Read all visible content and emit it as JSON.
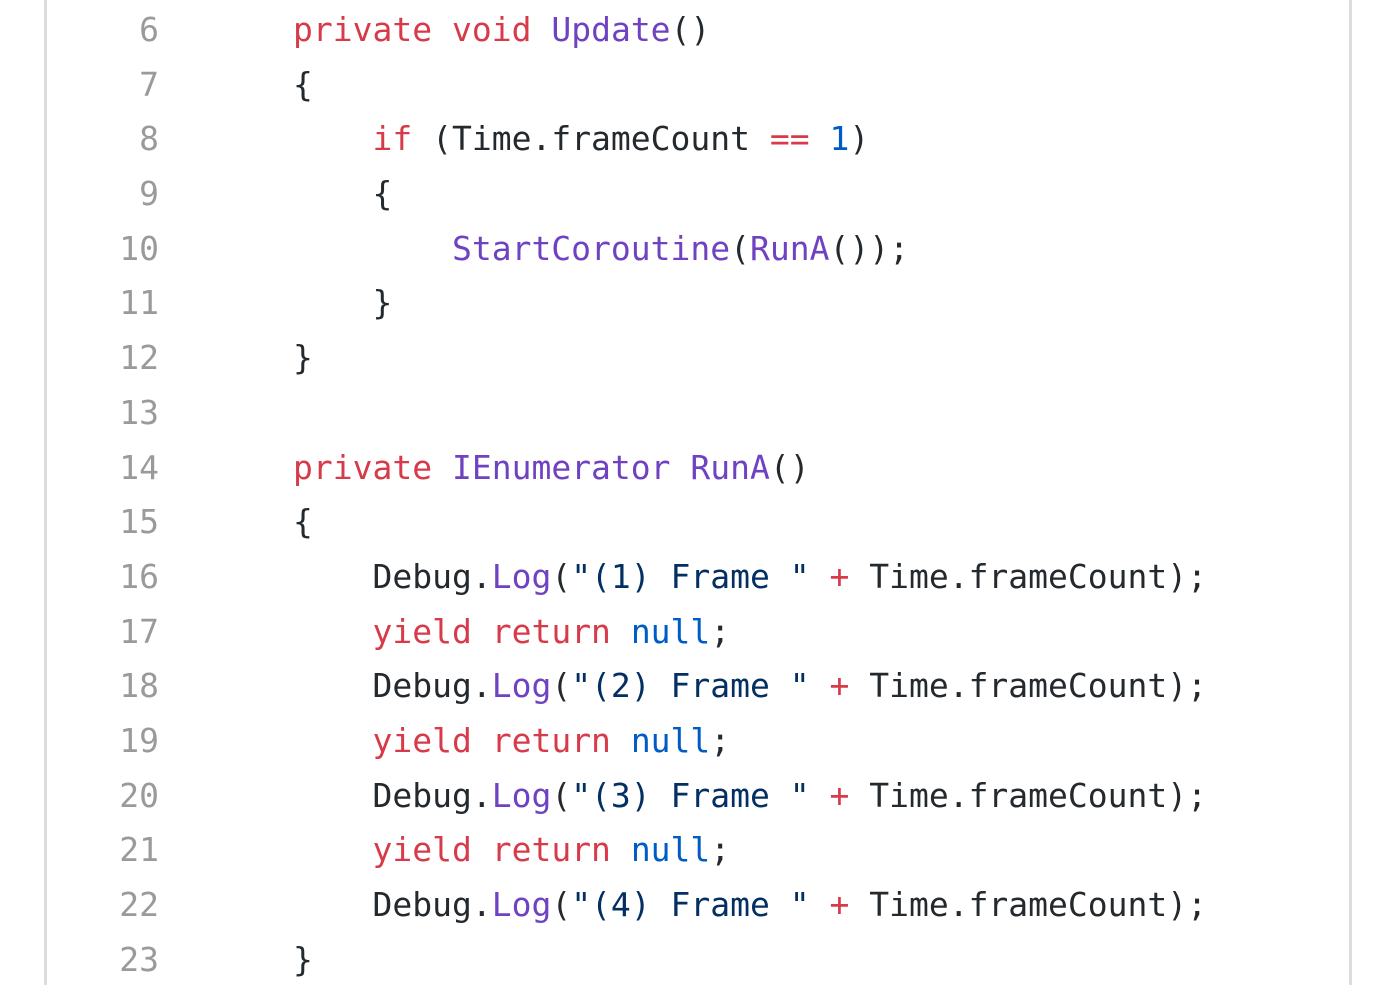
{
  "colors": {
    "keyword": "#d73a49",
    "function": "#6f42c1",
    "constant": "#005cc5",
    "string": "#032f62",
    "plain": "#24292e",
    "line_number": "#9a9a9a",
    "frame_border": "#dcdcdc"
  },
  "code_lines": [
    {
      "number": "6",
      "tokens": [
        {
          "t": "    "
        },
        {
          "t": "private",
          "c": "kw"
        },
        {
          "t": " "
        },
        {
          "t": "void",
          "c": "kw"
        },
        {
          "t": " "
        },
        {
          "t": "Update",
          "c": "fn"
        },
        {
          "t": "()"
        }
      ]
    },
    {
      "number": "7",
      "tokens": [
        {
          "t": "    {"
        }
      ]
    },
    {
      "number": "8",
      "tokens": [
        {
          "t": "        "
        },
        {
          "t": "if",
          "c": "kw"
        },
        {
          "t": " (Time.frameCount "
        },
        {
          "t": "==",
          "c": "kw"
        },
        {
          "t": " "
        },
        {
          "t": "1",
          "c": "num"
        },
        {
          "t": ")"
        }
      ]
    },
    {
      "number": "9",
      "tokens": [
        {
          "t": "        {"
        }
      ]
    },
    {
      "number": "10",
      "tokens": [
        {
          "t": "            "
        },
        {
          "t": "StartCoroutine",
          "c": "fn"
        },
        {
          "t": "("
        },
        {
          "t": "RunA",
          "c": "fn"
        },
        {
          "t": "());"
        }
      ]
    },
    {
      "number": "11",
      "tokens": [
        {
          "t": "        }"
        }
      ]
    },
    {
      "number": "12",
      "tokens": [
        {
          "t": "    }"
        }
      ]
    },
    {
      "number": "13",
      "tokens": [
        {
          "t": ""
        }
      ]
    },
    {
      "number": "14",
      "tokens": [
        {
          "t": "    "
        },
        {
          "t": "private",
          "c": "kw"
        },
        {
          "t": " "
        },
        {
          "t": "IEnumerator",
          "c": "fn"
        },
        {
          "t": " "
        },
        {
          "t": "RunA",
          "c": "fn"
        },
        {
          "t": "()"
        }
      ]
    },
    {
      "number": "15",
      "tokens": [
        {
          "t": "    {"
        }
      ]
    },
    {
      "number": "16",
      "tokens": [
        {
          "t": "        Debug."
        },
        {
          "t": "Log",
          "c": "fn"
        },
        {
          "t": "("
        },
        {
          "t": "\"(1) Frame \"",
          "c": "str"
        },
        {
          "t": " "
        },
        {
          "t": "+",
          "c": "kw"
        },
        {
          "t": " Time.frameCount);"
        }
      ]
    },
    {
      "number": "17",
      "tokens": [
        {
          "t": "        "
        },
        {
          "t": "yield",
          "c": "kw"
        },
        {
          "t": " "
        },
        {
          "t": "return",
          "c": "kw"
        },
        {
          "t": " "
        },
        {
          "t": "null",
          "c": "num"
        },
        {
          "t": ";"
        }
      ]
    },
    {
      "number": "18",
      "tokens": [
        {
          "t": "        Debug."
        },
        {
          "t": "Log",
          "c": "fn"
        },
        {
          "t": "("
        },
        {
          "t": "\"(2) Frame \"",
          "c": "str"
        },
        {
          "t": " "
        },
        {
          "t": "+",
          "c": "kw"
        },
        {
          "t": " Time.frameCount);"
        }
      ]
    },
    {
      "number": "19",
      "tokens": [
        {
          "t": "        "
        },
        {
          "t": "yield",
          "c": "kw"
        },
        {
          "t": " "
        },
        {
          "t": "return",
          "c": "kw"
        },
        {
          "t": " "
        },
        {
          "t": "null",
          "c": "num"
        },
        {
          "t": ";"
        }
      ]
    },
    {
      "number": "20",
      "tokens": [
        {
          "t": "        Debug."
        },
        {
          "t": "Log",
          "c": "fn"
        },
        {
          "t": "("
        },
        {
          "t": "\"(3) Frame \"",
          "c": "str"
        },
        {
          "t": " "
        },
        {
          "t": "+",
          "c": "kw"
        },
        {
          "t": " Time.frameCount);"
        }
      ]
    },
    {
      "number": "21",
      "tokens": [
        {
          "t": "        "
        },
        {
          "t": "yield",
          "c": "kw"
        },
        {
          "t": " "
        },
        {
          "t": "return",
          "c": "kw"
        },
        {
          "t": " "
        },
        {
          "t": "null",
          "c": "num"
        },
        {
          "t": ";"
        }
      ]
    },
    {
      "number": "22",
      "tokens": [
        {
          "t": "        Debug."
        },
        {
          "t": "Log",
          "c": "fn"
        },
        {
          "t": "("
        },
        {
          "t": "\"(4) Frame \"",
          "c": "str"
        },
        {
          "t": " "
        },
        {
          "t": "+",
          "c": "kw"
        },
        {
          "t": " Time.frameCount);"
        }
      ]
    },
    {
      "number": "23",
      "tokens": [
        {
          "t": "    }"
        }
      ]
    }
  ]
}
